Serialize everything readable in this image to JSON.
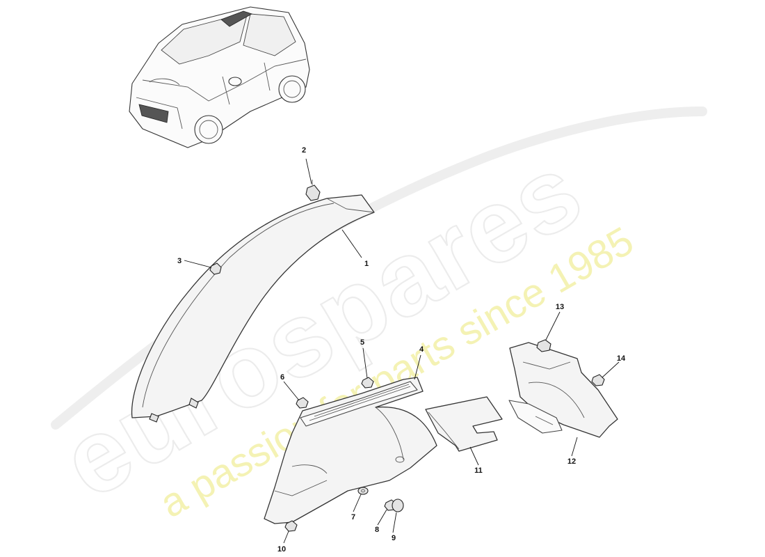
{
  "watermark": {
    "brand": "eurospares",
    "tagline": "a passion for parts since 1985",
    "brand_color": "#e8e8e8",
    "tagline_color": "#f3f0a8"
  },
  "callouts": {
    "c1": "1",
    "c2": "2",
    "c3": "3",
    "c4": "4",
    "c5": "5",
    "c6": "6",
    "c7": "7",
    "c8": "8",
    "c9": "9",
    "c10": "10",
    "c11": "11",
    "c12": "12",
    "c13": "13",
    "c14": "14"
  }
}
